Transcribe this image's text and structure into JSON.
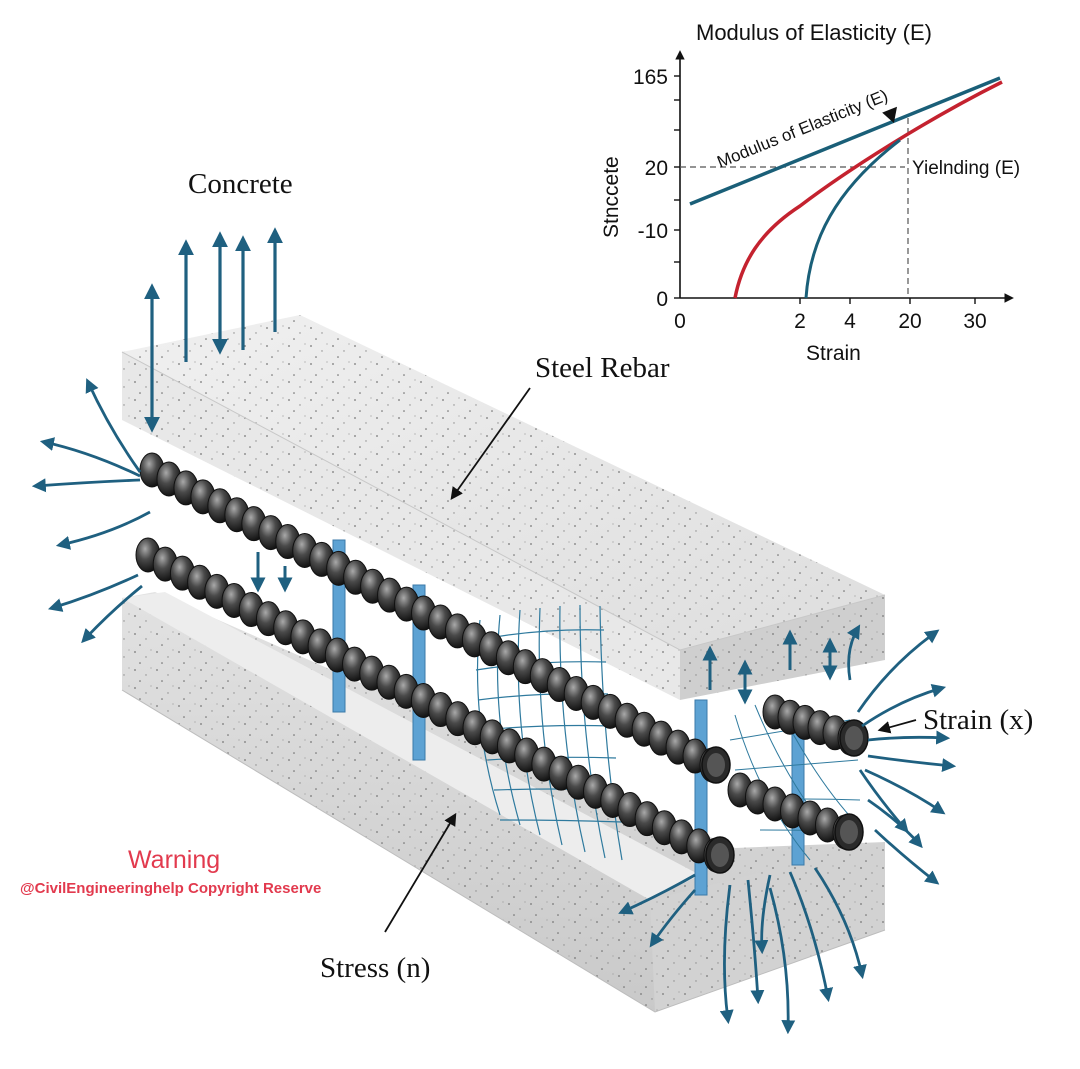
{
  "labels": {
    "concrete": "Concrete",
    "steel_rebar": "Steel Rebar",
    "strain": "Strain (x)",
    "stress": "Stress (n)"
  },
  "watermark": {
    "title": "Warning",
    "credit": "@CivilEngineeringhelp Copyright Reserve"
  },
  "chart": {
    "title": "Modulus of Elasticity (E)",
    "ylabel": "Stnccete",
    "xlabel": "Strain",
    "y_ticks": [
      "165",
      "20",
      "-10",
      "0"
    ],
    "x_ticks": [
      "0",
      "2",
      "4",
      "20",
      "30"
    ],
    "line_label": "Modulus of Elasticity (E)",
    "yield_label": "Yielnding (E)"
  },
  "colors": {
    "arrow": "#1f6080",
    "stirrup": "#5da2d3",
    "curve_red": "#c4222f",
    "curve_teal": "#1a5f78",
    "concrete": "#e6e6e6",
    "rebar": "#3a3a3a",
    "warning": "#e23a4e"
  }
}
